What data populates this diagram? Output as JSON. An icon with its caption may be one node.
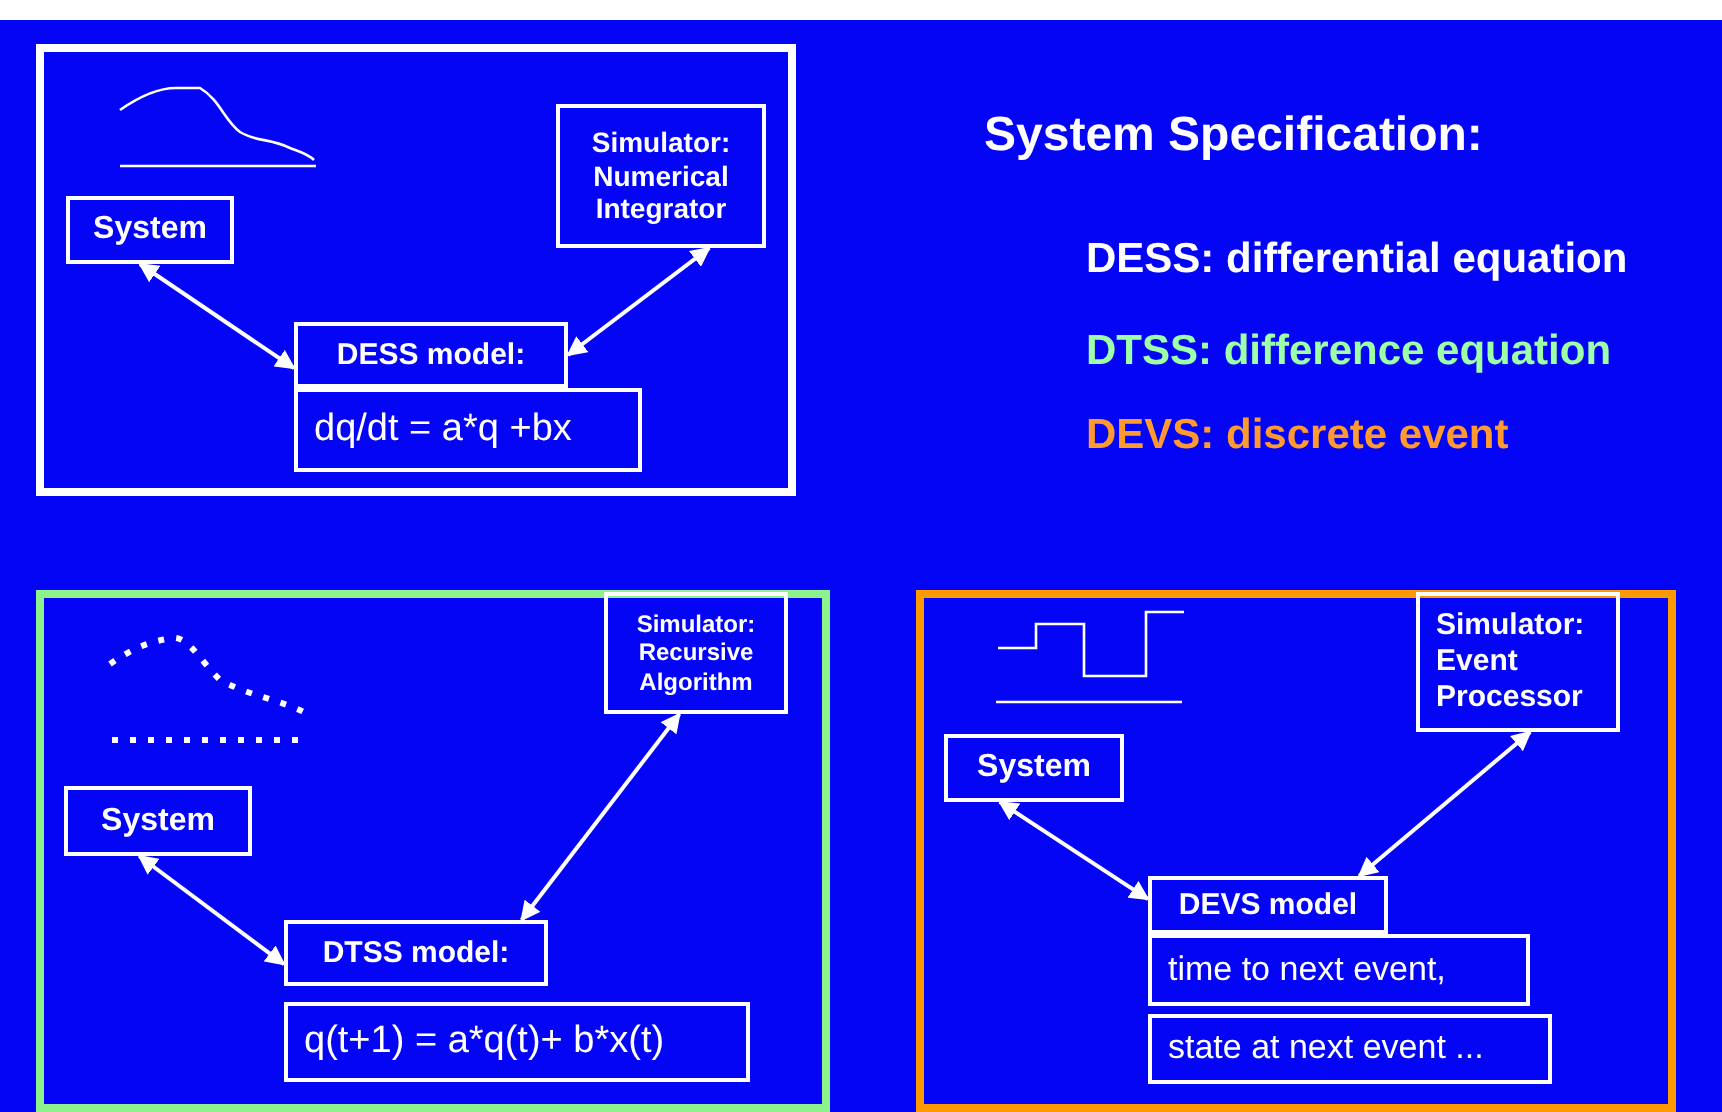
{
  "diagram": {
    "title": "System Specification:",
    "nodes": [
      {
        "text": [],
        "shape": "box"
      },
      {
        "text": [
          "System"
        ],
        "in": 0
      },
      {
        "text": [
          "Simulator: Numerical Integrator"
        ],
        "in": 0
      },
      {
        "text": [
          "DESS model:"
        ],
        "in": 0
      },
      {
        "text": [
          "dq/dt = a*q +bx"
        ],
        "in": 0
      },
      {
        "text": [],
        "shape": "box"
      },
      {
        "text": [
          "System"
        ],
        "in": 5
      },
      {
        "text": [
          "Simulator: Recursive Algorithm"
        ],
        "in": 5
      },
      {
        "text": [
          "DTSS model:"
        ],
        "in": 5
      },
      {
        "text": [
          "q(t+1) = a*q(t)+ b*x(t)"
        ],
        "in": 5
      },
      {
        "text": [],
        "shape": "box"
      },
      {
        "text": [
          "System"
        ],
        "in": 10
      },
      {
        "text": [
          "Simulator: Event Processor"
        ],
        "in": 10
      },
      {
        "text": [
          "DEVS model"
        ],
        "in": 10
      },
      {
        "text": [
          "time to next event,"
        ],
        "in": 10
      },
      {
        "text": [
          "state at next event ..."
        ],
        "in": 10
      }
    ],
    "edges": [
      {
        "from": 1,
        "to": 3,
        "arrow": "both"
      },
      {
        "from": 2,
        "to": 3,
        "arrow": "both"
      },
      {
        "from": 6,
        "to": 8,
        "arrow": "both"
      },
      {
        "from": 7,
        "to": 8,
        "arrow": "both"
      },
      {
        "from": 11,
        "to": 13,
        "arrow": "both"
      },
      {
        "from": 12,
        "to": 13,
        "arrow": "both"
      }
    ],
    "labels": [
      "DESS: differential equation",
      "DTSS: difference equation",
      "DEVS: discrete event"
    ]
  }
}
